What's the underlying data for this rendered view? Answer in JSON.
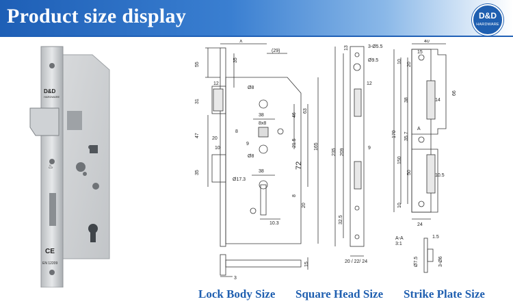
{
  "banner": {
    "title": "Product size display"
  },
  "logo": {
    "main": "D&D",
    "sub": "HARDWARE"
  },
  "photo": {
    "brand": "D&D",
    "brand_sub": "HARDWARE",
    "ce_mark": "CE",
    "stamp": "EN 12209"
  },
  "lock_body": {
    "dims": {
      "x": "X",
      "offset": "(29)",
      "top": "55",
      "d35": "35",
      "d12": "12",
      "d31": "31",
      "d47": "47",
      "d20": "20",
      "d10": "10",
      "d35b": "35",
      "hole8": "Ø8",
      "d38": "38",
      "sq": "8x8",
      "d8": "8",
      "d9": "9",
      "d46": "46",
      "d63": "63",
      "d215": "21.5",
      "d165": "165",
      "d72": "72",
      "hole8b": "Ø8",
      "d38b": "38",
      "cyl": "Ø17.3",
      "d8b": "8",
      "d20b": "20",
      "d103": "10.3",
      "d15": "15",
      "d3": "3"
    }
  },
  "face_plate": {
    "dims": {
      "holes": "3-Ø5.5",
      "hole95": "Ø9.5",
      "d13": "13",
      "d12": "12",
      "d235": "235",
      "d209": "209",
      "d9": "9",
      "d325": "32.5",
      "width": "20 / 22/ 24"
    }
  },
  "strike_plate": {
    "dims": {
      "d40": "40",
      "d15": "15",
      "d10": "10",
      "d20": "20",
      "d38": "38",
      "d14": "14",
      "d66": "66",
      "a": "A",
      "d357": "35.7",
      "d170": "170",
      "d150": "150",
      "d50": "50",
      "d105": "10.5",
      "d10b": "10",
      "d24": "24",
      "section": "A-A",
      "scale": "3:1",
      "d15b": "1.5",
      "d75": "Ø7.5",
      "d36": "3-Ø6"
    }
  },
  "captions": {
    "lock_body": "Lock Body Size",
    "square_head": "Square Head Size",
    "strike_plate": "Strike Plate Size"
  }
}
